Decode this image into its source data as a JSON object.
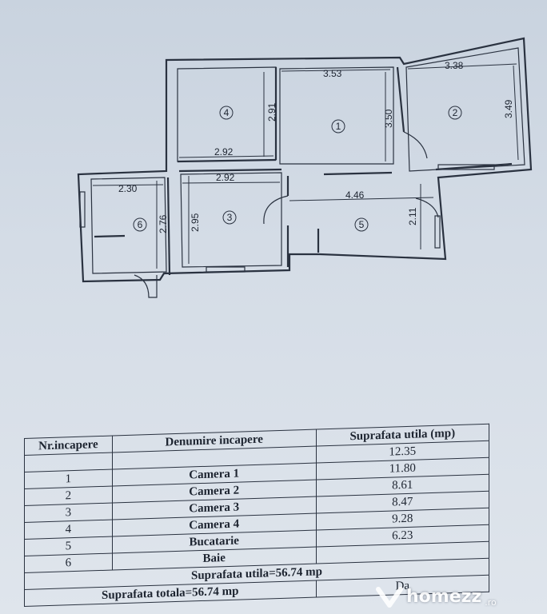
{
  "plan": {
    "rooms": [
      {
        "id": "1",
        "dims": [
          "3.53",
          "3.50"
        ]
      },
      {
        "id": "2",
        "dims": [
          "3.38",
          "3.49"
        ]
      },
      {
        "id": "3",
        "dims": [
          "2.92",
          "2.95"
        ]
      },
      {
        "id": "4",
        "dims": [
          "2.91",
          "2.92"
        ]
      },
      {
        "id": "5",
        "dims": [
          "4.46",
          "2.11"
        ]
      },
      {
        "id": "6",
        "dims": [
          "2.30",
          "2.76"
        ]
      }
    ]
  },
  "table": {
    "headers": [
      "Nr.incapere",
      "Denumire incapere",
      "Suprafata utila (mp)"
    ],
    "rows": [
      {
        "nr": "",
        "name": "",
        "area": "12.35"
      },
      {
        "nr": "1",
        "name": "Camera 1",
        "area": "11.80"
      },
      {
        "nr": "2",
        "name": "Camera 2",
        "area": "8.61"
      },
      {
        "nr": "3",
        "name": "Camera 3",
        "area": "8.47"
      },
      {
        "nr": "4",
        "name": "Camera 4",
        "area": "9.28"
      },
      {
        "nr": "5",
        "name": "Bucatarie",
        "area": "6.23"
      },
      {
        "nr": "6",
        "name": "Baie",
        "area": ""
      }
    ],
    "total_useful": "Suprafata utila=56.74 mp",
    "total_overall": "Suprafata totala=56.74 mp",
    "partial_cell": "Da"
  },
  "watermark": {
    "brand": "homezz",
    "tld": ".ro"
  }
}
